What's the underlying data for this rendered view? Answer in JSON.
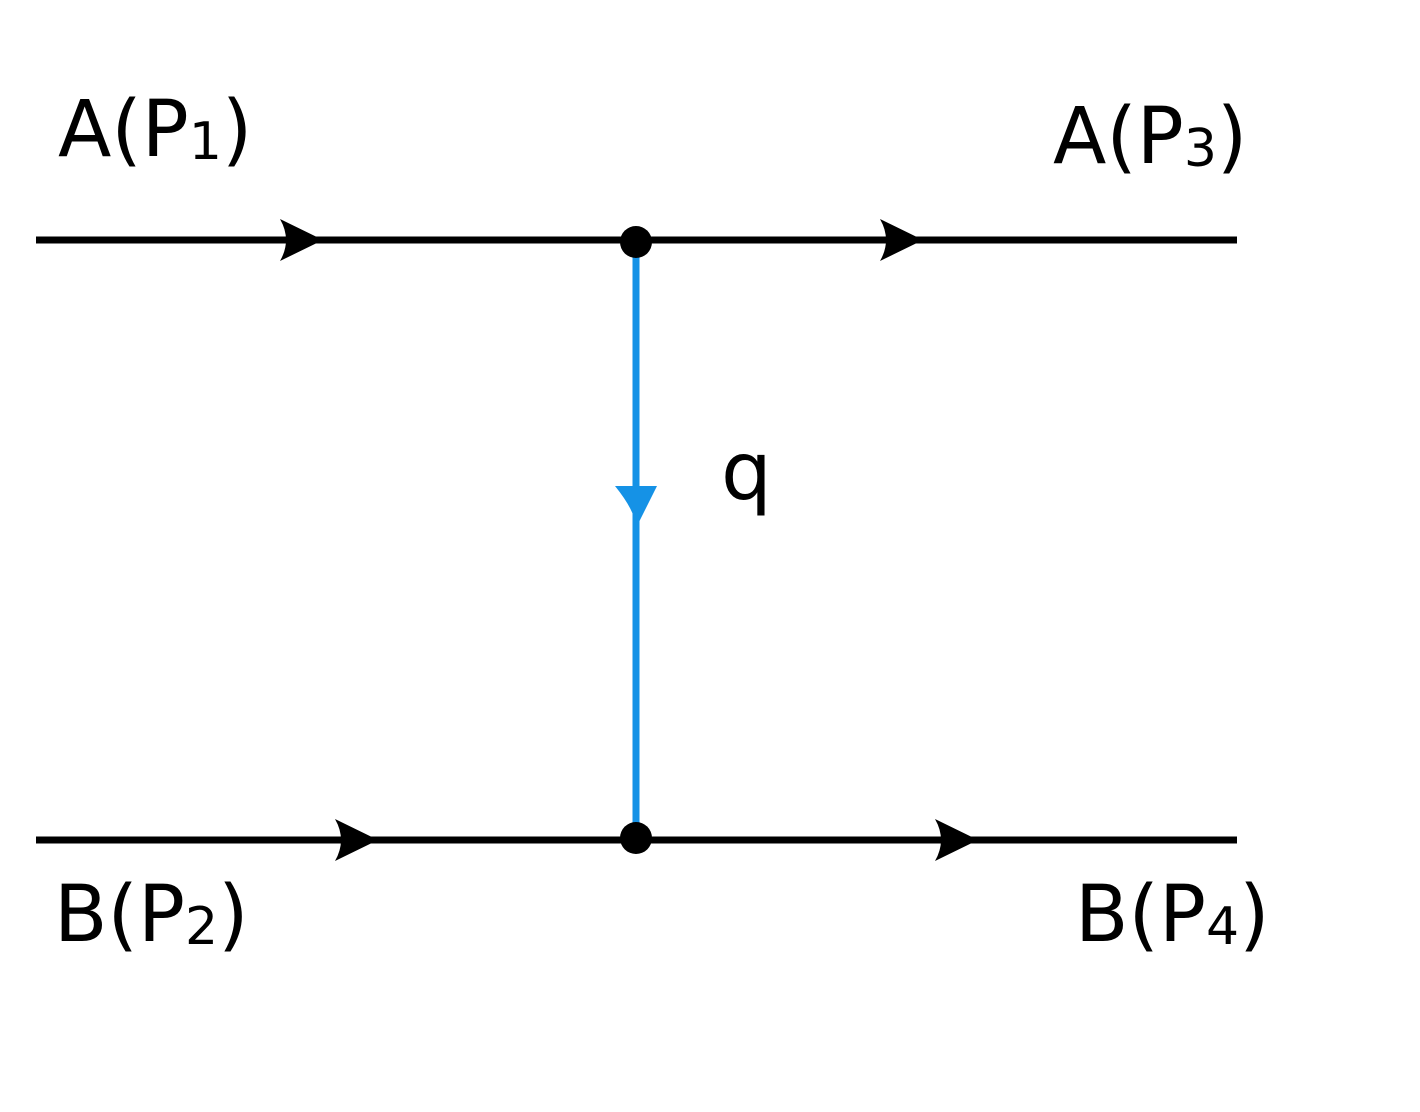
{
  "colors": {
    "line": "#000000",
    "propagator": "#1592e6",
    "background": "#ffffff"
  },
  "labels": {
    "incoming_a": {
      "main": "A(P",
      "sub": "1",
      "close": ")"
    },
    "outgoing_a": {
      "main": "A(P",
      "sub": "3",
      "close": ")"
    },
    "incoming_b": {
      "main": "B(P",
      "sub": "2",
      "close": ")"
    },
    "outgoing_b": {
      "main": "B(P",
      "sub": "4",
      "close": ")"
    },
    "propagator": "q"
  }
}
